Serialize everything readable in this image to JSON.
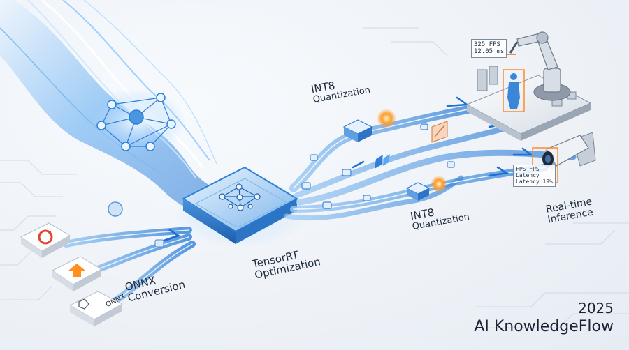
{
  "labels": {
    "onnx_conversion_1": "ONNX",
    "onnx_conversion_2": "Conversion",
    "tensorrt_1": "TensorRT",
    "tensorrt_2": "Optimization",
    "int8_top_1": "INT8",
    "int8_top_2": "Quantization",
    "int8_bottom_1": "INT8",
    "int8_bottom_2": "Quantization",
    "realtime_1": "Real-time",
    "realtime_2": "Inference"
  },
  "framework_cards": [
    {
      "icon": "power-icon"
    },
    {
      "icon": "arrow-logo-icon"
    },
    {
      "icon": "onnx-logo-icon",
      "text": "ONNX"
    }
  ],
  "robot_hud": {
    "line1": "325 FPS",
    "line2": "12.05 ms"
  },
  "camera_hud": {
    "line1": "FPS FPS",
    "line2": "Latency",
    "line3": "Latency 19%"
  },
  "brand": {
    "year": "2025",
    "name": "AI KnowledgeFlow"
  },
  "colors": {
    "accent": "#2f7fd8",
    "glow": "#62b5ff",
    "highlight": "#ff8a2a",
    "text": "#1e2a3a"
  }
}
